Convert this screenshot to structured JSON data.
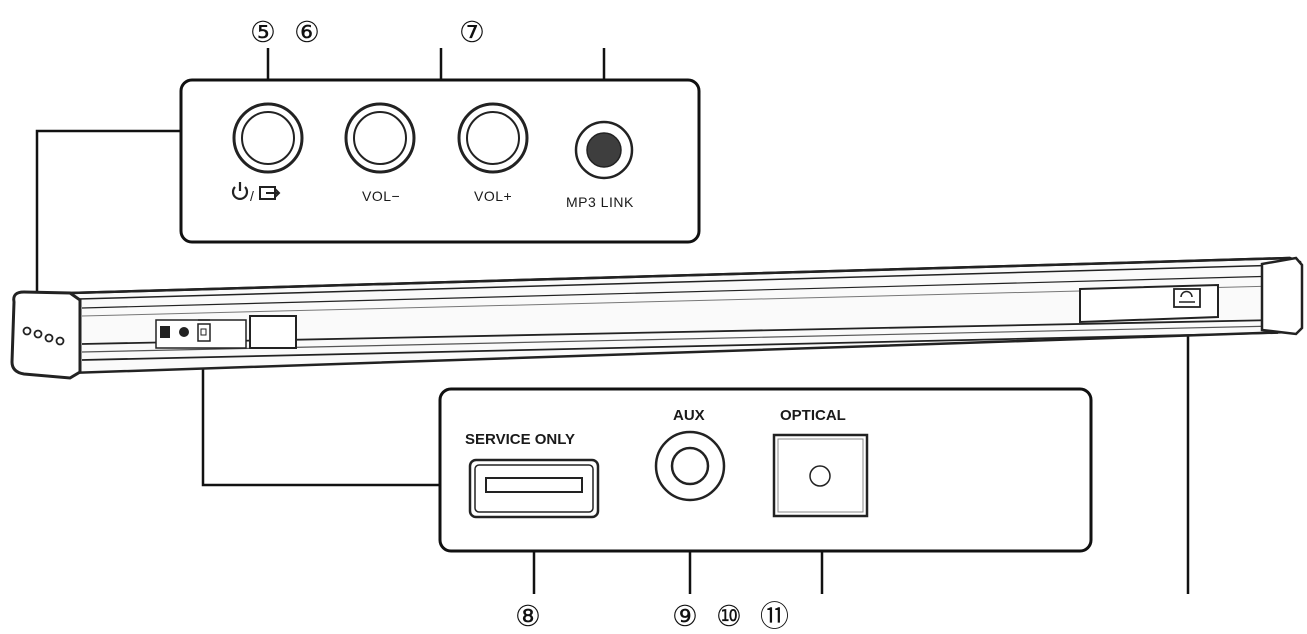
{
  "callouts": {
    "c5": "⑤",
    "c6": "⑥",
    "c7": "⑦",
    "c8": "⑧",
    "c9": "⑨",
    "c10": "⑩",
    "c11": "⑪"
  },
  "top_panel": {
    "power_input_label": "⏻/⇥",
    "vol_down_label": "VOL−",
    "vol_up_label": "VOL+",
    "mp3_link_label": "MP3 LINK"
  },
  "bottom_panel": {
    "service_only_label": "SERVICE ONLY",
    "aux_label": "AUX",
    "optical_label": "OPTICAL"
  },
  "icons": {
    "power": "power-icon",
    "input": "input-source-icon",
    "usb_port": "usb-port-icon",
    "aux_jack": "aux-jack-icon",
    "optical_port": "optical-port-icon"
  }
}
